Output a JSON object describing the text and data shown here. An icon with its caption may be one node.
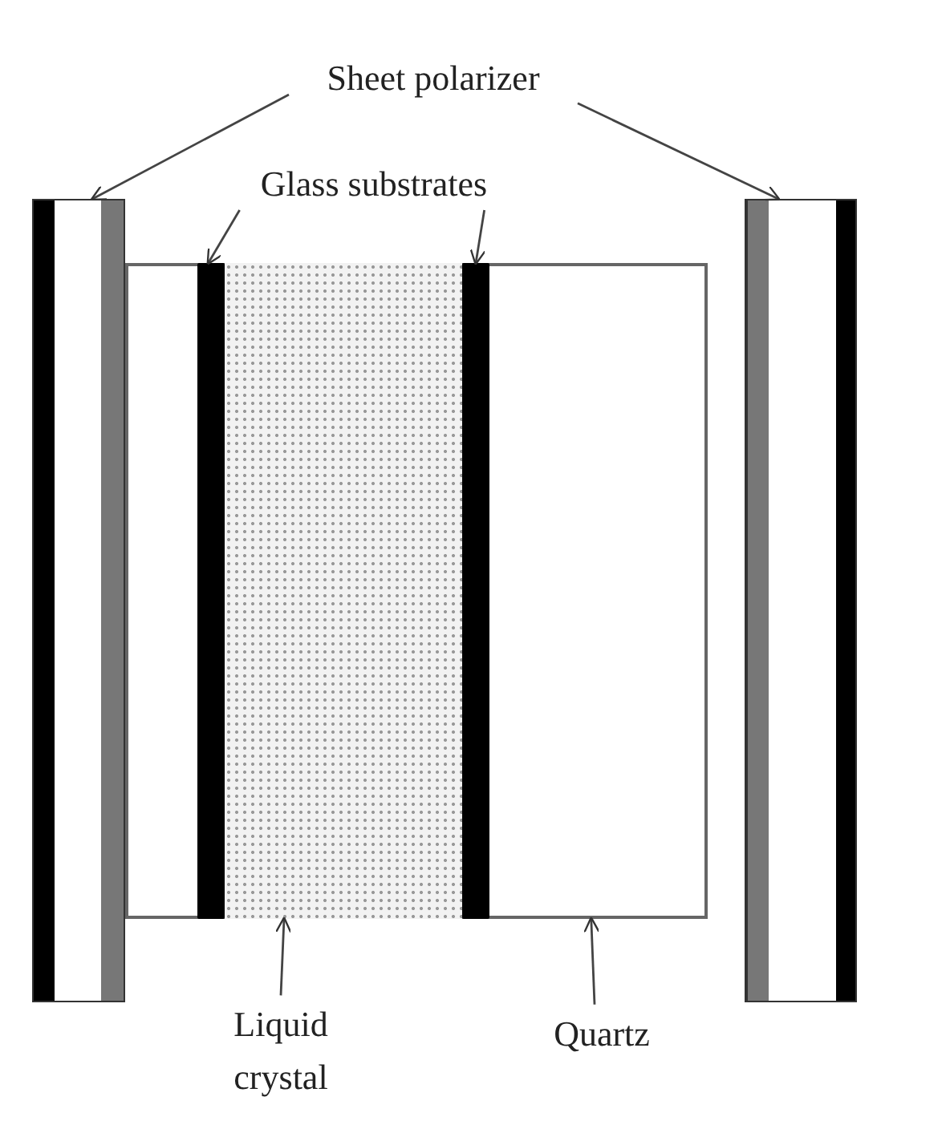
{
  "diagram": {
    "nodes": [
      {
        "text": [
          "Sheet polarizer"
        ]
      },
      {
        "text": [
          "Glass substrates"
        ]
      },
      {
        "text": [
          "Liquid crystal"
        ]
      },
      {
        "text": [
          "Quartz"
        ]
      },
      {
        "text": [],
        "shape": "box"
      },
      {
        "text": [],
        "shape": "box"
      },
      {
        "text": [],
        "shape": "bar",
        "in": 5
      },
      {
        "text": [],
        "shape": "box",
        "in": 5
      },
      {
        "text": [],
        "shape": "bar",
        "in": 5
      },
      {
        "text": [],
        "shape": "box"
      }
    ],
    "edges": [
      {
        "from": 0,
        "to": 4,
        "arrow": "to"
      },
      {
        "from": 0,
        "to": 9,
        "arrow": "to"
      },
      {
        "from": 1,
        "to": 6,
        "arrow": "to"
      },
      {
        "from": 1,
        "to": 8,
        "arrow": "to"
      },
      {
        "from": 2,
        "to": 7,
        "arrow": "to"
      },
      {
        "from": 3,
        "to": 5,
        "arrow": "to"
      }
    ]
  }
}
